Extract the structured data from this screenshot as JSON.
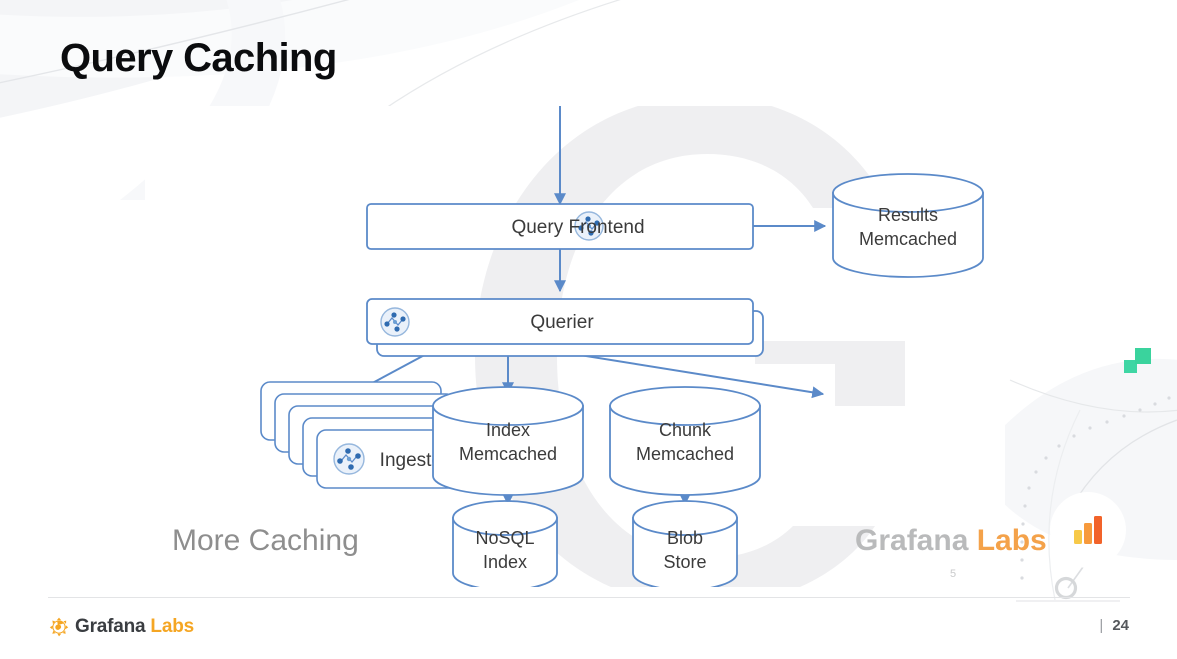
{
  "slide": {
    "title": "Query Caching",
    "caption": "More Caching",
    "page_number": "24",
    "page_separator": "|"
  },
  "watermark": {
    "grafana": "Grafana ",
    "labs": "Labs",
    "slide_num": "5"
  },
  "footer": {
    "logo_grafana": "Grafana",
    "logo_labs": "Labs",
    "logo_icon": "grafana-spiral-icon"
  },
  "decor": {
    "square_color": "#3fd6a4",
    "badge_icon": "bar-chart-icon",
    "bar_colors": [
      "#f7c948",
      "#f79a3c",
      "#f2632a"
    ],
    "ring_color": "#d6d8da"
  },
  "diagram": {
    "accent": "#5b8ac9",
    "nodes": {
      "query_frontend": "Query Frontend",
      "querier": "Querier",
      "ingester": "Ingester",
      "results_memcached_1": "Results",
      "results_memcached_2": "Memcached",
      "index_memcached_1": "Index",
      "index_memcached_2": "Memcached",
      "chunk_memcached_1": "Chunk",
      "chunk_memcached_2": "Memcached",
      "nosql_index_1": "NoSQL",
      "nosql_index_2": "Index",
      "blob_store_1": "Blob",
      "blob_store_2": "Store"
    },
    "icons": {
      "service": "cluster-node-icon"
    }
  }
}
